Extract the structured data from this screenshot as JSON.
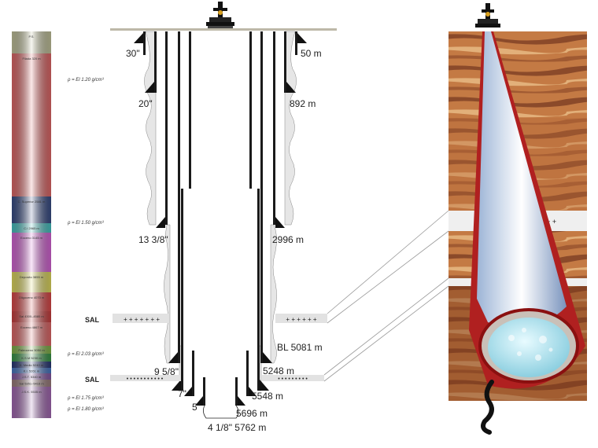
{
  "column": {
    "units": [
      {
        "label": "P.S.",
        "color": "#c9c9a0"
      },
      {
        "label": "Filada 320 m",
        "color": "#e86a6a"
      },
      {
        "label": "C. Superior 2581 m",
        "color": "#3a4f8a"
      },
      {
        "label": "C.I 2965 m",
        "color": "#48c8c8"
      },
      {
        "label": "Eoceno 3145 m",
        "color": "#dd66dd"
      },
      {
        "label": "Deposito 3855 m",
        "color": "#e8e060"
      },
      {
        "label": "Oligoceno 4070 m",
        "color": "#e24a4a"
      },
      {
        "label": "Sal 4300–4580 m",
        "color": "#d04040"
      },
      {
        "label": "Eoceno 4867 m",
        "color": "#e86a6a"
      },
      {
        "label": "Paleoceno 5050 m",
        "color": "#86b84a"
      },
      {
        "label": "K.S.M 5230 m",
        "color": "#3a9a4a"
      },
      {
        "label": "K. Medio 5240 m",
        "color": "#2a3a7a"
      },
      {
        "label": "K.I. 5261 m",
        "color": "#4a7ac8"
      },
      {
        "label": "J.S.T. 5340 m",
        "color": "#8a5aa8"
      },
      {
        "label": "Sal 5351–5416 m",
        "color": "#a08080"
      },
      {
        "label": "J.S.K. 5535 m",
        "color": "#a86ab8"
      }
    ]
  },
  "density": [
    "ρ = El 1.20 g/cm³",
    "ρ = El 1.50 g/cm³",
    "ρ = El 2.03 g/cm³",
    "ρ = El 1.75 g/cm³",
    "ρ = El 1.80 g/cm³"
  ],
  "casing_sizes": {
    "c30": "30\"",
    "c20": "20\"",
    "c13": "13 3/8\"",
    "c9": "9 5/8\"",
    "c7": "7\"",
    "c5": "5\"",
    "c4": "4 1/8\" 5762 m"
  },
  "depths": {
    "d50": "50 m",
    "d892": "892 m",
    "d2996": "2996 m",
    "bl": "BL 5081 m",
    "d5248": "5248 m",
    "d5548": "5548 m",
    "d5696": "5696 m"
  },
  "sal": {
    "upper": "SAL",
    "lower": "SAL"
  },
  "colors": {
    "cement": "#e6e6e6",
    "steel": "#1a1a1a",
    "salt": "#e2e2e2",
    "rock_dark": "#8b4a2a",
    "rock_light": "#d9a070",
    "casing_red": "#b02020",
    "fluid": "#a8dcea"
  },
  "icons": {
    "rig": "drilling-rig-icon"
  }
}
